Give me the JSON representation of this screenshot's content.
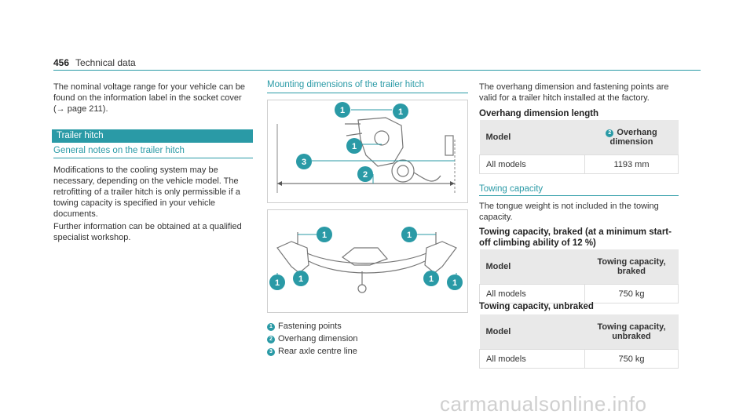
{
  "header": {
    "page_number": "456",
    "section": "Technical data"
  },
  "left": {
    "intro": "The nominal voltage range for your vehicle can be found on the information label in the socket cover (→ page 211).",
    "banner": "Trailer hitch",
    "notes_heading": "General notes on the trailer hitch",
    "para1": "Modifications to the cooling system may be necessary, depending on the vehicle model. The retrofitting of a trailer hitch is only permissible if a towing capacity is specified in your vehicle documents.",
    "para2": "Further information can be obtained at a qualified specialist workshop."
  },
  "middle": {
    "heading": "Mounting dimensions of the trailer hitch",
    "marker_1": "1",
    "marker_2": "2",
    "marker_3": "3",
    "legend": [
      {
        "num": "1",
        "label": "Fastening points"
      },
      {
        "num": "2",
        "label": "Overhang dimension"
      },
      {
        "num": "3",
        "label": "Rear axle centre line"
      }
    ]
  },
  "right": {
    "intro": "The overhang dimension and fastening points are valid for a trailer hitch installed at the factory.",
    "overhang_heading": "Overhang dimension length",
    "overhang_table": {
      "col1": "Model",
      "col2_badge": "2",
      "col2": "Overhang dimension",
      "row": {
        "model": "All models",
        "value": "1193 mm"
      }
    },
    "towing_heading": "Towing capacity",
    "towing_intro": "The tongue weight is not included in the towing capacity.",
    "braked_heading": "Towing capacity, braked (at a minimum start-off climbing ability of 12 %)",
    "braked_table": {
      "col1": "Model",
      "col2": "Towing capacity, braked",
      "row": {
        "model": "All models",
        "value": "750 kg"
      }
    },
    "unbraked_heading": "Towing capacity, unbraked",
    "unbraked_table": {
      "col1": "Model",
      "col2": "Towing capacity, unbraked",
      "row": {
        "model": "All models",
        "value": "750 kg"
      }
    }
  },
  "colors": {
    "accent": "#2a9aa6",
    "table_header": "#e9e9e9"
  },
  "watermark": "carmanualsonline.info"
}
